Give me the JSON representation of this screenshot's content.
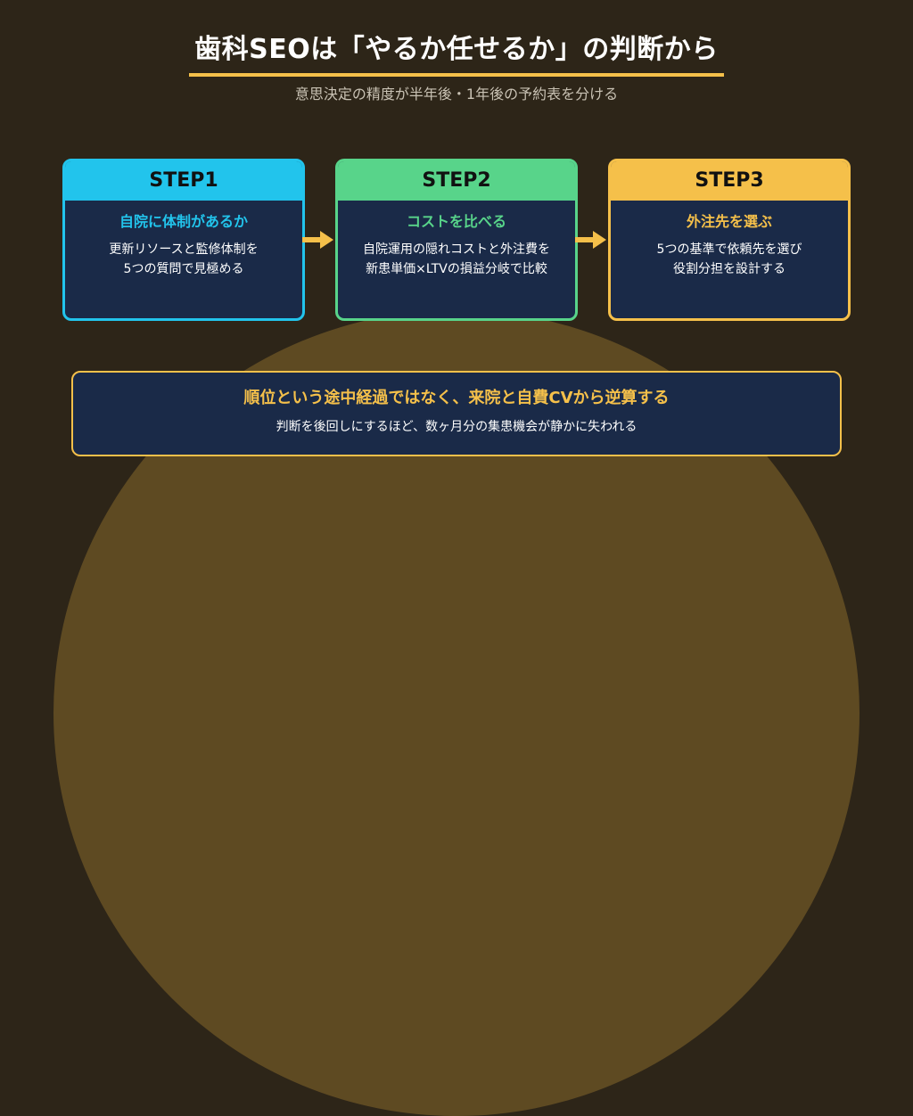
{
  "title": "歯科SEOは「やるか任せるか」の判断から",
  "subtitle": "意思決定の精度が半年後・1年後の予約表を分ける",
  "steps": [
    {
      "label": "STEP1",
      "title": "自院に体制があるか",
      "desc": "更新リソースと監修体制を\n5つの質問で見極める",
      "color": "#22c4ec"
    },
    {
      "label": "STEP2",
      "title": "コストを比べる",
      "desc": "自院運用の隠れコストと外注費を\n新患単価×LTVの損益分岐で比較",
      "color": "#58d48a"
    },
    {
      "label": "STEP3",
      "title": "外注先を選ぶ",
      "desc": "5つの基準で依頼先を選び\n役割分担を設計する",
      "color": "#f5c04a"
    }
  ],
  "bottom": {
    "title": "順位という途中経過ではなく、来院と自費CVから逆算する",
    "desc": "判断を後回しにするほど、数ヶ月分の集患機会が静かに失われる"
  },
  "arrow_icon": "arrow-right-icon",
  "colors": {
    "background": "#2d2518",
    "circle": "#5e4a22",
    "card": "#1a2a48",
    "accent_gold": "#f5c04a",
    "accent_cyan": "#22c4ec",
    "accent_green": "#58d48a"
  }
}
